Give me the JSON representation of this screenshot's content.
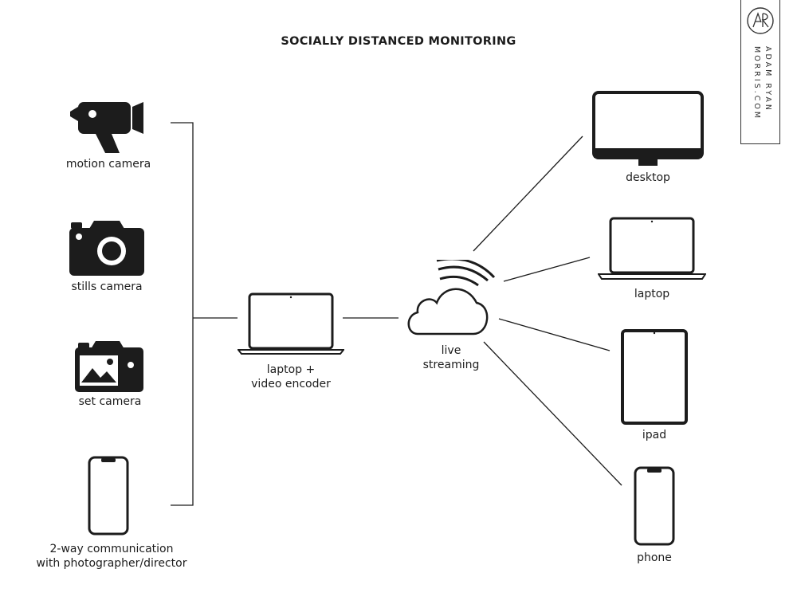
{
  "title": "SOCIALLY DISTANCED MONITORING",
  "brand": {
    "monogram": "AR",
    "line1": "ADAM RYAN",
    "line2": "MORRIS.COM"
  },
  "sources": [
    {
      "label": "motion camera",
      "icon": "video-camera-icon"
    },
    {
      "label": "stills camera",
      "icon": "camera-icon"
    },
    {
      "label": "set camera",
      "icon": "image-camera-icon"
    },
    {
      "label_line1": "2-way communication",
      "label_line2": "with photographer/director",
      "icon": "phone-icon"
    }
  ],
  "encoder": {
    "label_line1": "laptop +",
    "label_line2": "video encoder",
    "icon": "laptop-icon"
  },
  "stream": {
    "label_line1": "live",
    "label_line2": "streaming",
    "icon": "cloud-wifi-icon"
  },
  "outputs": [
    {
      "label": "desktop",
      "icon": "monitor-icon"
    },
    {
      "label": "laptop",
      "icon": "laptop-icon"
    },
    {
      "label": "ipad",
      "icon": "tablet-icon"
    },
    {
      "label": "phone",
      "icon": "phone-icon"
    }
  ],
  "colors": {
    "ink": "#1c1c1c",
    "background": "#ffffff"
  }
}
